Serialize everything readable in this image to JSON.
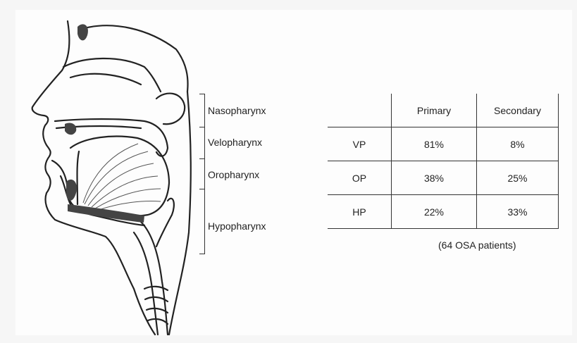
{
  "regions": [
    "Nasopharynx",
    "Velopharynx",
    "Oropharynx",
    "Hypopharynx"
  ],
  "table": {
    "headers": [
      "",
      "Primary",
      "Secondary"
    ],
    "rows": [
      {
        "label": "VP",
        "primary": "81%",
        "secondary": "8%"
      },
      {
        "label": "OP",
        "primary": "38%",
        "secondary": "25%"
      },
      {
        "label": "HP",
        "primary": "22%",
        "secondary": "33%"
      }
    ]
  },
  "footnote": "(64 OSA patients)"
}
